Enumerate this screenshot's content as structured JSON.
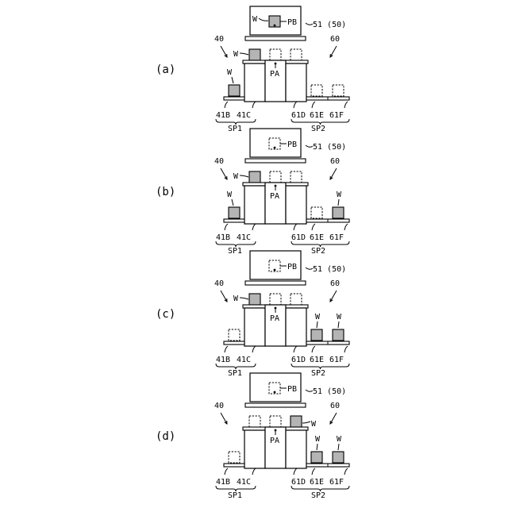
{
  "workpiece_fill": "#b4b4b4",
  "panels": [
    {
      "caption": "(a)",
      "w_label": "W",
      "pb_label": "PB",
      "pb_has_workpiece": true,
      "unit_label": "51 (50)",
      "pa_label": "PA",
      "left_label": "40",
      "right_label": "60",
      "top_slots": [
        {
          "filled": true,
          "label": "W"
        },
        {
          "filled": false,
          "label": ""
        },
        {
          "filled": false,
          "label": ""
        }
      ],
      "left_slot": {
        "filled": true,
        "label": "W"
      },
      "right_slots": [
        {
          "filled": false,
          "label": ""
        },
        {
          "filled": false,
          "label": ""
        }
      ],
      "bottom_labels": [
        "41B",
        "41C",
        "61D",
        "61E",
        "61F"
      ],
      "sp1": "SP1",
      "sp2": "SP2"
    },
    {
      "caption": "(b)",
      "w_label": "W",
      "pb_label": "PB",
      "pb_has_workpiece": false,
      "unit_label": "51 (50)",
      "pa_label": "PA",
      "left_label": "40",
      "right_label": "60",
      "top_slots": [
        {
          "filled": true,
          "label": "W"
        },
        {
          "filled": false,
          "label": ""
        },
        {
          "filled": false,
          "label": ""
        }
      ],
      "left_slot": {
        "filled": true,
        "label": "W"
      },
      "right_slots": [
        {
          "filled": false,
          "label": ""
        },
        {
          "filled": true,
          "label": "W"
        }
      ],
      "bottom_labels": [
        "41B",
        "41C",
        "61D",
        "61E",
        "61F"
      ],
      "sp1": "SP1",
      "sp2": "SP2"
    },
    {
      "caption": "(c)",
      "w_label": "W",
      "pb_label": "PB",
      "pb_has_workpiece": false,
      "unit_label": "51 (50)",
      "pa_label": "PA",
      "left_label": "40",
      "right_label": "60",
      "top_slots": [
        {
          "filled": true,
          "label": "W"
        },
        {
          "filled": false,
          "label": ""
        },
        {
          "filled": false,
          "label": ""
        }
      ],
      "left_slot": {
        "filled": false,
        "label": ""
      },
      "right_slots": [
        {
          "filled": true,
          "label": "W"
        },
        {
          "filled": true,
          "label": "W"
        }
      ],
      "bottom_labels": [
        "41B",
        "41C",
        "61D",
        "61E",
        "61F"
      ],
      "sp1": "SP1",
      "sp2": "SP2"
    },
    {
      "caption": "(d)",
      "w_label": "W",
      "pb_label": "PB",
      "pb_has_workpiece": false,
      "unit_label": "51 (50)",
      "pa_label": "PA",
      "left_label": "40",
      "right_label": "60",
      "top_slots": [
        {
          "filled": false,
          "label": ""
        },
        {
          "filled": false,
          "label": ""
        },
        {
          "filled": true,
          "label": "W"
        }
      ],
      "left_slot": {
        "filled": false,
        "label": ""
      },
      "right_slots": [
        {
          "filled": true,
          "label": "W"
        },
        {
          "filled": true,
          "label": "W"
        }
      ],
      "bottom_labels": [
        "41B",
        "41C",
        "61D",
        "61E",
        "61F"
      ],
      "sp1": "SP1",
      "sp2": "SP2"
    }
  ]
}
